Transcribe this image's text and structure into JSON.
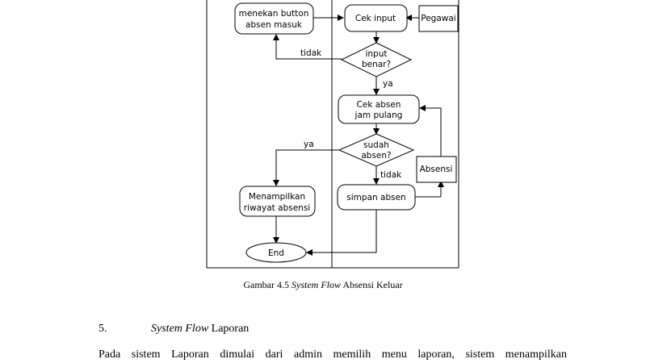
{
  "flowchart": {
    "nodes": {
      "press_button": [
        "menekan button",
        "absen masuk"
      ],
      "check_input": [
        "Cek input"
      ],
      "pegawai": [
        "Pegawai"
      ],
      "input_valid": [
        "input",
        "benar?"
      ],
      "check_attendance": [
        "Cek absen",
        "jam pulang"
      ],
      "already_attended": [
        "sudah",
        "absen?"
      ],
      "absensi": [
        "Absensi"
      ],
      "show_history": [
        "Menampilkan",
        "riwayat absensi"
      ],
      "save_attendance": [
        "simpan absen"
      ],
      "end": [
        "End"
      ]
    },
    "labels": {
      "no_input": "tidak",
      "yes_input": "ya",
      "yes_attended": "ya",
      "no_attended": "tidak"
    }
  },
  "caption": {
    "prefix": "Gambar 4.5 ",
    "italic": "System Flow",
    "suffix": " Absensi Keluar"
  },
  "section": {
    "number": "5.",
    "title_italic": "System Flow",
    "title_rest": " Laporan"
  },
  "paragraph": "Pada sistem Laporan dimulai dari admin memilih menu laporan, sistem menampilkan"
}
